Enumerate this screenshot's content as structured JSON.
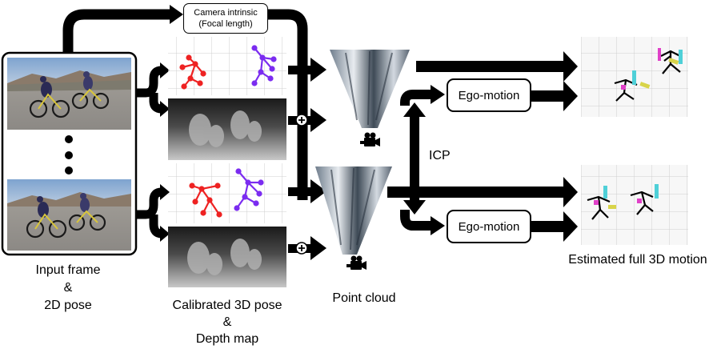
{
  "camera_box": {
    "line1": "Camera intrinsic",
    "line2": "(Focal length)"
  },
  "labels": {
    "input_frame": "Input frame",
    "amp1": "&",
    "pose_2d": "2D pose",
    "calibrated_pose": "Calibrated 3D pose",
    "amp2": "&",
    "depth_map": "Depth map",
    "point_cloud": "Point cloud",
    "icp": "ICP",
    "ego_motion_top": "Ego-motion",
    "ego_motion_bottom": "Ego-motion",
    "estimated_motion": "Estimated full 3D motion"
  },
  "colors": {
    "arrow": "#000000",
    "pose_left": "#ee2222",
    "pose_right": "#7b2cf0",
    "sky": "#9cb6d6",
    "mountains": "#8a7a6a",
    "road": "#9a9a98",
    "grid": "#cfcfcf"
  },
  "icons": [
    "plus-icon",
    "camera-icon",
    "photo-frame",
    "depth-map",
    "point-cloud",
    "skeleton-pose"
  ]
}
